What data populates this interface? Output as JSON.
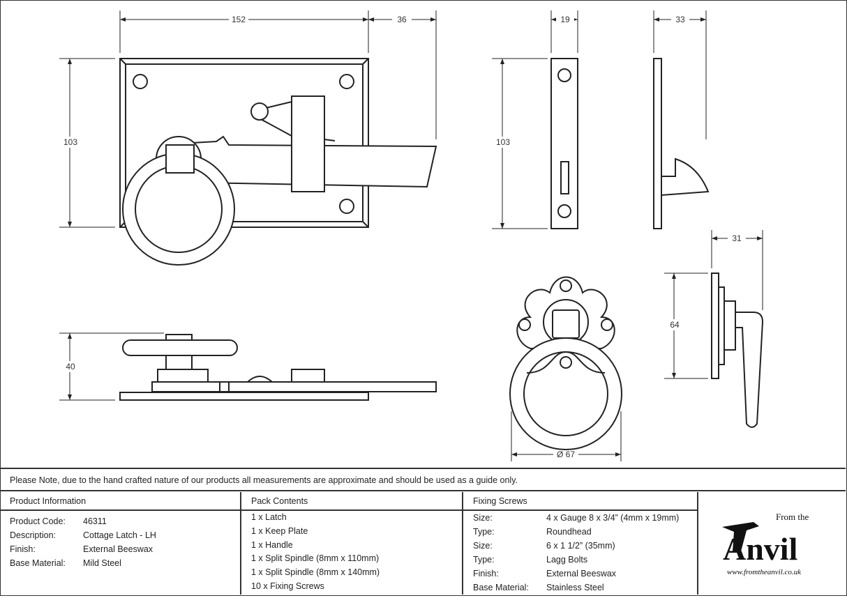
{
  "dimensions": {
    "latch_width": "152",
    "bar_overhang": "36",
    "latch_height": "103",
    "latch_depth": "40",
    "keep_width": "19",
    "keep_height": "103",
    "keep_depth": "33",
    "handle_depth": "31",
    "handle_height": "64",
    "ring_diameter": "Ø 67"
  },
  "note": "Please Note, due to the hand crafted nature of our products all measurements are approximate and should be used as a guide only.",
  "product_info": {
    "title": "Product Information",
    "rows": [
      {
        "label": "Product Code:",
        "value": "46311"
      },
      {
        "label": "Description:",
        "value": "Cottage Latch - LH"
      },
      {
        "label": "Finish:",
        "value": "External Beeswax"
      },
      {
        "label": "Base Material:",
        "value": "Mild Steel"
      }
    ]
  },
  "pack_contents": {
    "title": "Pack Contents",
    "items": [
      "1 x Latch",
      "1 x Keep Plate",
      "1 x Handle",
      "1 x Split Spindle (8mm x 110mm)",
      "1 x Split Spindle (8mm x 140mm)",
      "10 x Fixing Screws"
    ]
  },
  "fixing_screws": {
    "title": "Fixing Screws",
    "rows": [
      {
        "label": "Size:",
        "value": "4 x Gauge 8 x 3/4” (4mm x 19mm)"
      },
      {
        "label": "Type:",
        "value": "Roundhead"
      },
      {
        "label": "Size:",
        "value": "6 x 1 1/2” (35mm)"
      },
      {
        "label": "Type:",
        "value": "Lagg Bolts"
      },
      {
        "label": "Finish:",
        "value": "External Beeswax"
      },
      {
        "label": "Base Material:",
        "value": "Stainless Steel"
      }
    ]
  },
  "logo": {
    "small": "From the",
    "big": "Anvil",
    "url": "www.fromtheanvil.co.uk"
  }
}
